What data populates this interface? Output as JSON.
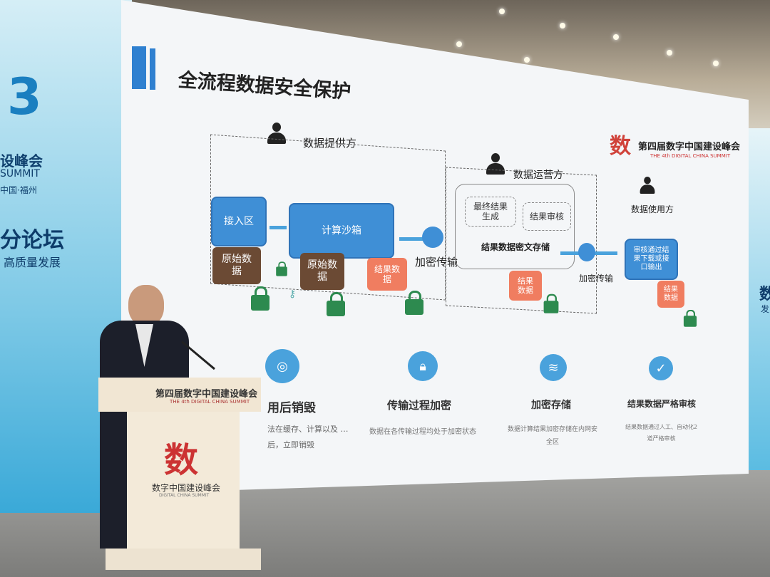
{
  "banner_left": {
    "title": "设峰会",
    "subtitle": "SUMMIT",
    "location": "中国·福州",
    "forum": "分论坛",
    "theme": "高质量发展"
  },
  "banner_right": {
    "char1": "数",
    "char2": "发"
  },
  "slide": {
    "title": "全流程数据安全保护",
    "logo": {
      "name": "第四届数字中国建设峰会",
      "english": "THE 4th DIGITAL CHINA SUMMIT"
    },
    "roles": {
      "provider": "数据提供方",
      "operator": "数据运营方",
      "user": "数据使用方"
    },
    "diagram": {
      "access_zone": "接入区",
      "sandbox": "计算沙箱",
      "raw_data": "原始数据",
      "result_data": "结果数据",
      "encrypted_transfer": "加密传输",
      "final_result": "最终结果生成",
      "result_review": "结果审核",
      "ciphertext_storage": "结果数据密文存储",
      "output": "审核通过结果下载或接口输出"
    },
    "features": [
      {
        "icon": "target-icon",
        "title": "用后销毁",
        "desc": "法在缓存、计算以及 …后，立即销毁"
      },
      {
        "icon": "lock-icon",
        "title": "传输过程加密",
        "desc": "数据在各传输过程均处于加密状态"
      },
      {
        "icon": "wifi-icon",
        "title": "加密存储",
        "desc": "数据计算结果加密存储在内网安全区"
      },
      {
        "icon": "shield-icon",
        "title": "结果数据严格审核",
        "desc": "结果数据通过人工、自动化2 道严格审核"
      }
    ]
  },
  "podium": {
    "title": "第四届数字中国建设峰会",
    "english": "THE 4th DIGITAL CHINA SUMMIT",
    "logo_text": "数字中国建设峰会",
    "logo_english": "DIGITAL CHINA SUMMIT"
  }
}
